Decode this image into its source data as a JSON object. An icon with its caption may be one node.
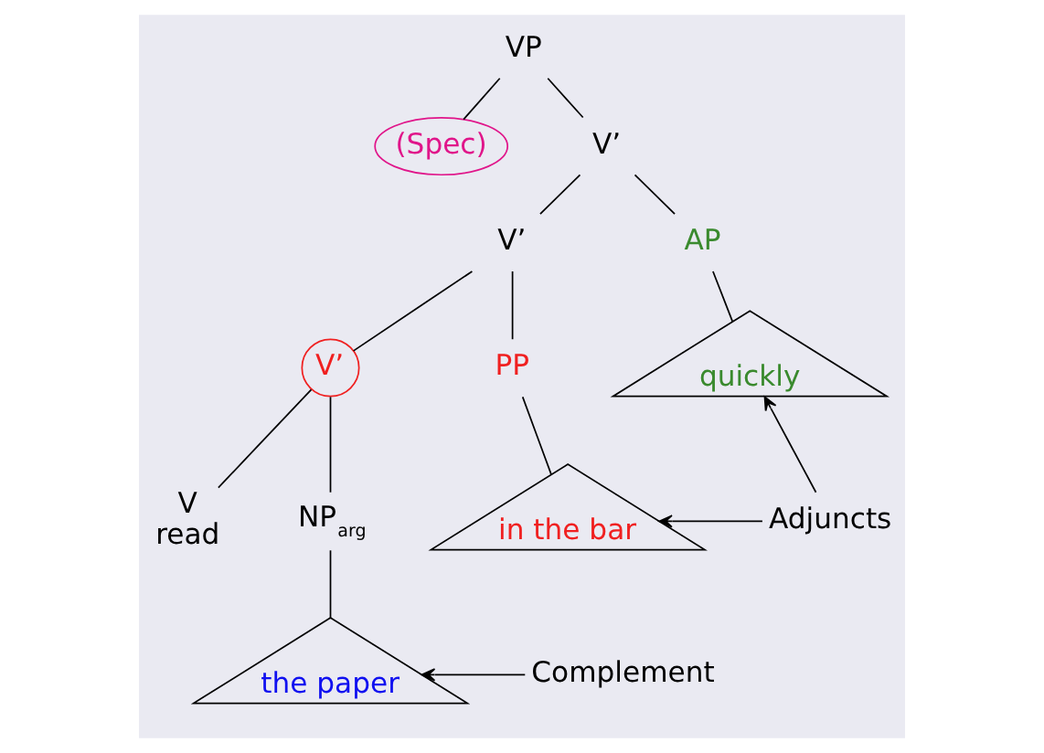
{
  "diagram": {
    "nodes": [
      {
        "text": [
          "VP"
        ]
      },
      {
        "text": [
          "(Spec)"
        ]
      },
      {
        "text": [
          "V’"
        ]
      },
      {
        "text": [
          "V’"
        ]
      },
      {
        "text": [
          "AP"
        ]
      },
      {
        "text": [
          "V’"
        ]
      },
      {
        "text": [
          "PP"
        ]
      },
      {
        "text": [
          "quickly"
        ]
      },
      {
        "text": [
          "V",
          "read"
        ]
      },
      {
        "text": [
          "NP$_{arg}$"
        ]
      },
      {
        "text": [
          "in the bar"
        ]
      },
      {
        "text": [
          "the paper"
        ]
      },
      {
        "text": [
          "Adjuncts"
        ]
      },
      {
        "text": [
          "Complement"
        ]
      }
    ],
    "edges": [
      {
        "from": 0,
        "to": 1,
        "arrow": "none"
      },
      {
        "from": 0,
        "to": 2,
        "arrow": "none"
      },
      {
        "from": 2,
        "to": 3,
        "arrow": "none"
      },
      {
        "from": 2,
        "to": 4,
        "arrow": "none"
      },
      {
        "from": 3,
        "to": 5,
        "arrow": "none"
      },
      {
        "from": 3,
        "to": 6,
        "arrow": "none"
      },
      {
        "from": 4,
        "to": 7,
        "arrow": "none"
      },
      {
        "from": 5,
        "to": 8,
        "arrow": "none"
      },
      {
        "from": 5,
        "to": 9,
        "arrow": "none"
      },
      {
        "from": 6,
        "to": 10,
        "arrow": "none"
      },
      {
        "from": 9,
        "to": 11,
        "arrow": "none"
      },
      {
        "from": 12,
        "to": 7,
        "arrow": "to"
      },
      {
        "from": 12,
        "to": 10,
        "arrow": "to"
      },
      {
        "from": 13,
        "to": 11,
        "arrow": "to"
      }
    ]
  }
}
